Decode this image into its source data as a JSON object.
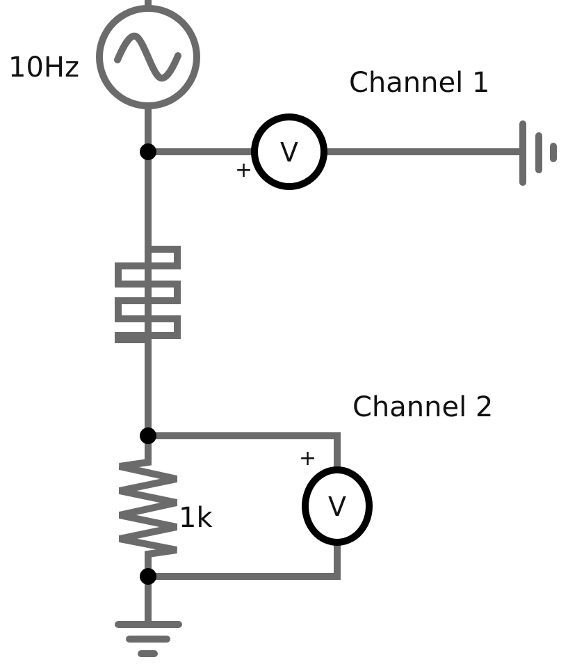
{
  "diagram": {
    "type": "circuit-schematic",
    "colors": {
      "wire": "#6b6b6b",
      "meter": "#000000",
      "node": "#000000",
      "text": "#111111",
      "background": "#ffffff"
    },
    "source": {
      "kind": "ac-voltage-source",
      "label": "10Hz",
      "icon": "sine-wave-icon"
    },
    "components": {
      "inductor": {
        "kind": "inductor",
        "label": ""
      },
      "resistor": {
        "kind": "resistor",
        "label": "1k"
      }
    },
    "meters": [
      {
        "id": "channel-1",
        "kind": "voltmeter",
        "symbol": "V",
        "polarity": "+",
        "label": "Channel 1"
      },
      {
        "id": "channel-2",
        "kind": "voltmeter",
        "symbol": "V",
        "polarity": "+",
        "label": "Channel 2"
      }
    ],
    "grounds": [
      {
        "id": "ground-right",
        "orientation": "horizontal"
      },
      {
        "id": "ground-bottom",
        "orientation": "vertical"
      }
    ],
    "nodes": [
      "node-source-top",
      "node-resistor-top",
      "node-resistor-bottom"
    ]
  }
}
